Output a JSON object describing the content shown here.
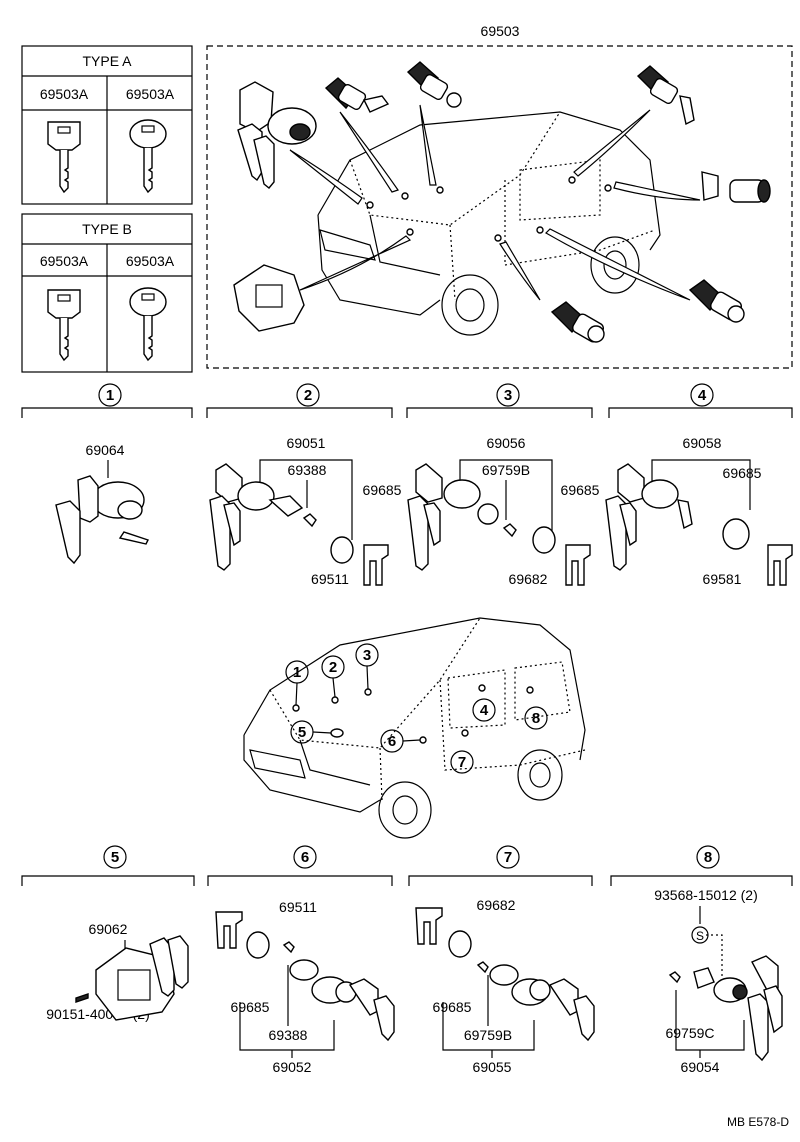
{
  "assembly": {
    "number": "69503"
  },
  "type_a": {
    "title": "TYPE A",
    "left_part": "69503A",
    "right_part": "69503A"
  },
  "type_b": {
    "title": "TYPE B",
    "left_part": "69503A",
    "right_part": "69503A"
  },
  "callouts": {
    "c1": "1",
    "c2": "2",
    "c3": "3",
    "c4": "4",
    "c5": "5",
    "c6": "6",
    "c7": "7",
    "c8": "8"
  },
  "section1": {
    "part": "69064"
  },
  "section2": {
    "top": "69051",
    "a": "69388",
    "b": "69685",
    "c": "69511"
  },
  "section3": {
    "top": "69056",
    "a": "69759B",
    "b": "69685",
    "c": "69682"
  },
  "section4": {
    "top": "69058",
    "b": "69685",
    "c": "69581"
  },
  "section5": {
    "part": "69062",
    "screw": "90151-40005 (2)"
  },
  "section6": {
    "clip": "69511",
    "grommet": "69685",
    "spring": "69388",
    "bottom": "69052"
  },
  "section7": {
    "clip": "69682",
    "grommet": "69685",
    "spring": "69759B",
    "bottom": "69055"
  },
  "section8": {
    "screw": "93568-15012 (2)",
    "spring": "69759C",
    "bottom": "69054"
  },
  "drawing_code": "MB E578-D"
}
